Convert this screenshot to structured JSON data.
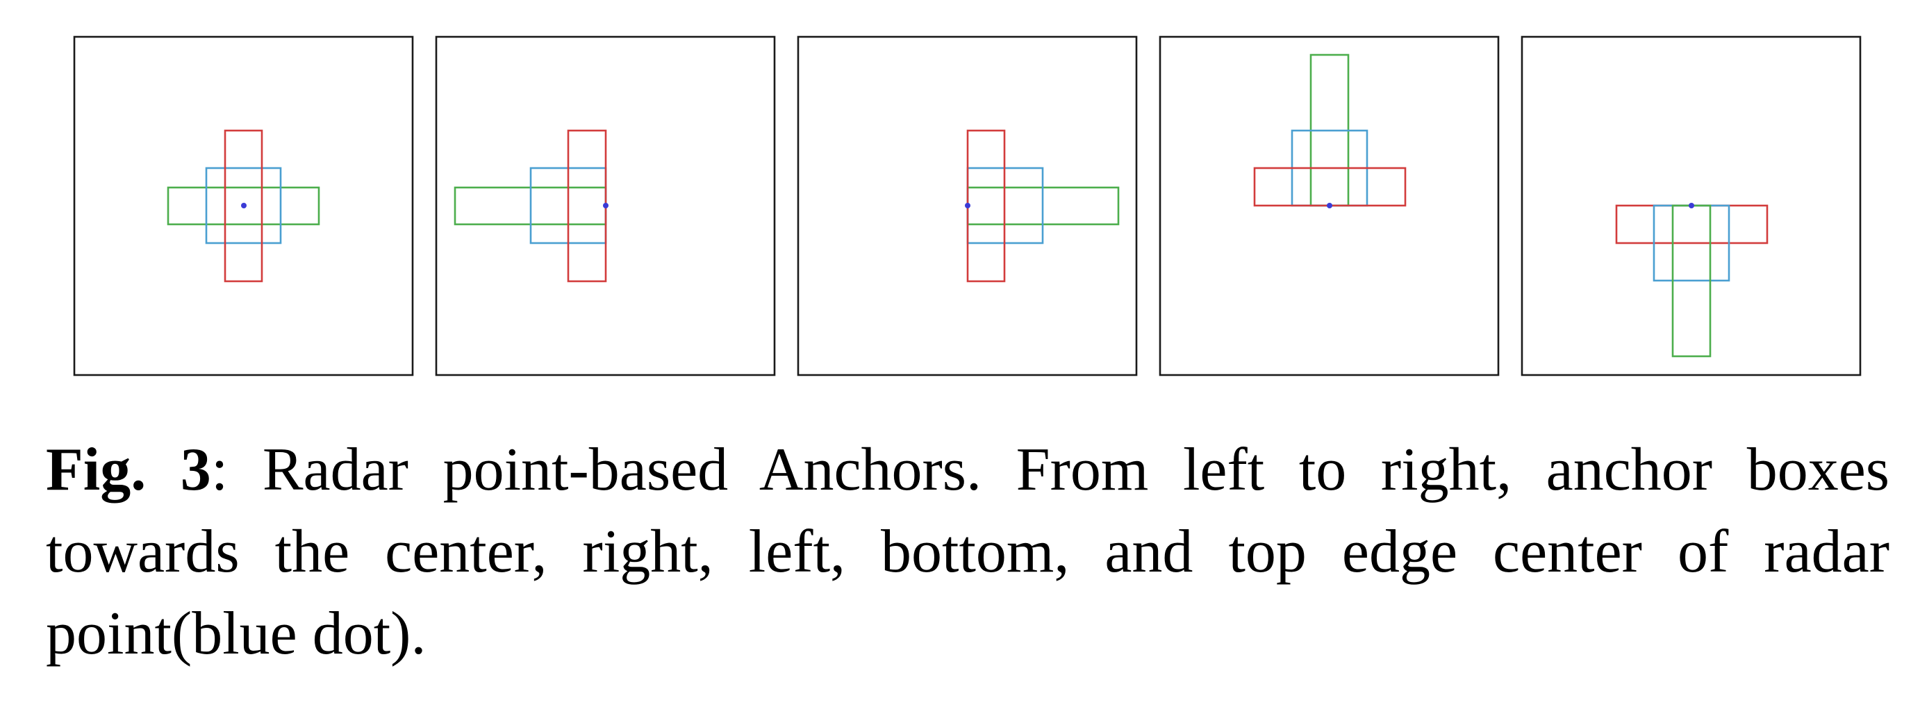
{
  "figure": {
    "panels": [
      {
        "name": "center",
        "anchors": [
          {
            "name": "horizontal",
            "color": "#4cae4c"
          },
          {
            "name": "square",
            "color": "#4a9fd1"
          },
          {
            "name": "vertical",
            "color": "#d23c3c"
          }
        ]
      },
      {
        "name": "right",
        "anchors": [
          {
            "name": "horizontal",
            "color": "#4cae4c"
          },
          {
            "name": "square",
            "color": "#4a9fd1"
          },
          {
            "name": "vertical",
            "color": "#d23c3c"
          }
        ]
      },
      {
        "name": "left",
        "anchors": [
          {
            "name": "horizontal",
            "color": "#4cae4c"
          },
          {
            "name": "square",
            "color": "#4a9fd1"
          },
          {
            "name": "vertical",
            "color": "#d23c3c"
          }
        ]
      },
      {
        "name": "bottom",
        "anchors": [
          {
            "name": "vertical",
            "color": "#4cae4c"
          },
          {
            "name": "square",
            "color": "#4a9fd1"
          },
          {
            "name": "horizontal",
            "color": "#d23c3c"
          }
        ]
      },
      {
        "name": "top",
        "anchors": [
          {
            "name": "horizontal",
            "color": "#d23c3c"
          },
          {
            "name": "square",
            "color": "#4a9fd1"
          },
          {
            "name": "vertical",
            "color": "#4cae4c"
          }
        ]
      }
    ],
    "radar_point_color": "#3b3bd6"
  },
  "caption": {
    "label": "Fig. 3",
    "text": ": Radar point-based Anchors. From left to right, anchor boxes towards the center, right, left, bottom, and top edge center of radar point(blue dot)."
  }
}
